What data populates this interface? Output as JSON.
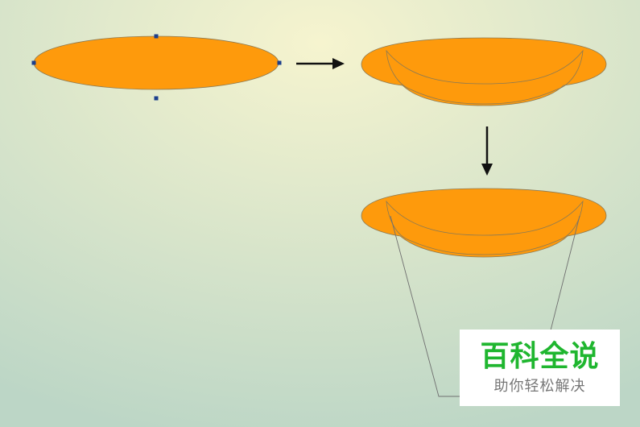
{
  "colors": {
    "background_center": "#f6f4cf",
    "background_edge": "#bcd6c6",
    "disc_fill": "#fe9a0c",
    "disc_stroke": "#8a7a55",
    "handle": "#1c3f8c",
    "arrow": "#111111",
    "guide_line": "#6f6f6f",
    "watermark_title": "#1fb62f",
    "watermark_sub": "#777777"
  },
  "diagram": {
    "steps": [
      {
        "shape": "ellipse",
        "selected": true
      },
      {
        "shape": "ellipse-with-inner-curve"
      },
      {
        "shape": "ellipse-with-inner-curve-and-cup-outline"
      }
    ],
    "arrows": [
      "right",
      "down"
    ]
  },
  "watermark": {
    "title": "百科全说",
    "subtitle": "助你轻松解决"
  }
}
